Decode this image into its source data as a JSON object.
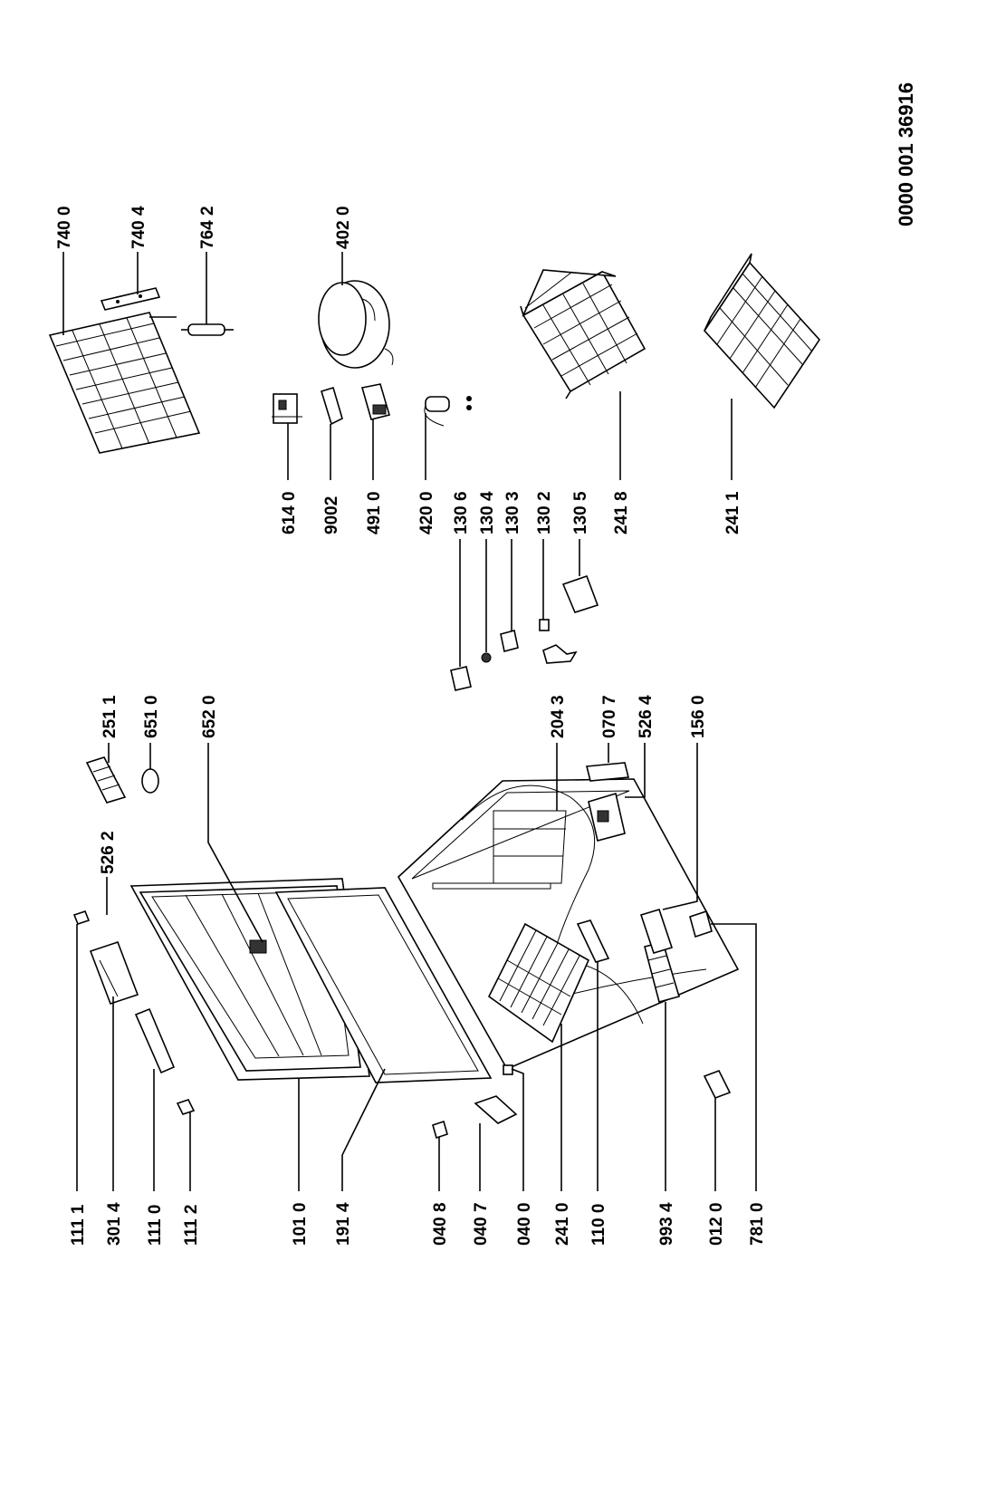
{
  "document_number": "0000 001 36916",
  "labels": {
    "p1111": "111 1",
    "p3014": "301 4",
    "p1110": "111 0",
    "p1112": "111 2",
    "p1010": "101 0",
    "p1914": "191 4",
    "p0408": "040 8",
    "p0407": "040 7",
    "p0400": "040 0",
    "p2410": "241 0",
    "p1100": "110 0",
    "p9934": "993 4",
    "p0120": "012 0",
    "p7810": "781 0",
    "p5262": "526 2",
    "p2511": "251 1",
    "p6510": "651 0",
    "p6520": "652 0",
    "p2043": "204 3",
    "p0707": "070 7",
    "p5264": "526 4",
    "p1560": "156 0",
    "p1306": "130 6",
    "p1304": "130 4",
    "p1303": "130 3",
    "p1302": "130 2",
    "p1305": "130 5",
    "p2418": "241 8",
    "p2411": "241 1",
    "p6140": "614 0",
    "p9002": "9002",
    "p4910": "491 0",
    "p4200": "420 0",
    "p7400": "740 0",
    "p7404": "740 4",
    "p7642": "764 2",
    "p4020": "402 0"
  }
}
